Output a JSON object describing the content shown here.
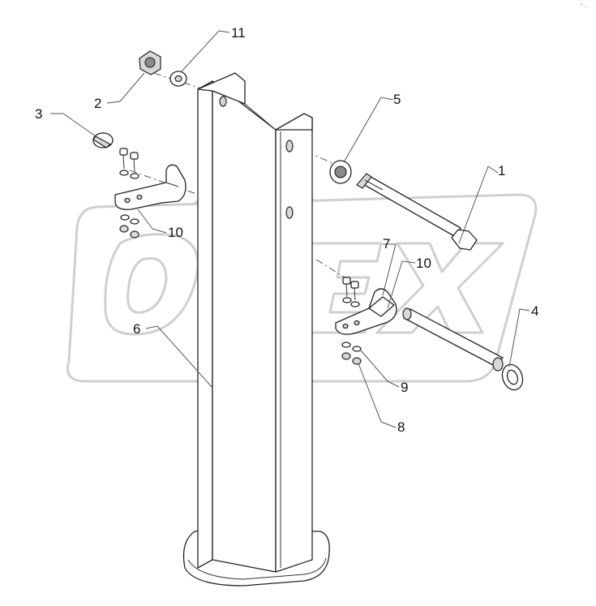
{
  "watermark": {
    "text": "OPEX"
  },
  "corner_mark": "* ...",
  "callouts": [
    {
      "id": "c1",
      "label": "1"
    },
    {
      "id": "c2",
      "label": "2"
    },
    {
      "id": "c3",
      "label": "3"
    },
    {
      "id": "c4",
      "label": "4"
    },
    {
      "id": "c5",
      "label": "5"
    },
    {
      "id": "c6",
      "label": "6"
    },
    {
      "id": "c7",
      "label": "7"
    },
    {
      "id": "c8",
      "label": "8"
    },
    {
      "id": "c9",
      "label": "9"
    },
    {
      "id": "c10a",
      "label": "10"
    },
    {
      "id": "c10b",
      "label": "10"
    },
    {
      "id": "c11",
      "label": "11"
    }
  ]
}
